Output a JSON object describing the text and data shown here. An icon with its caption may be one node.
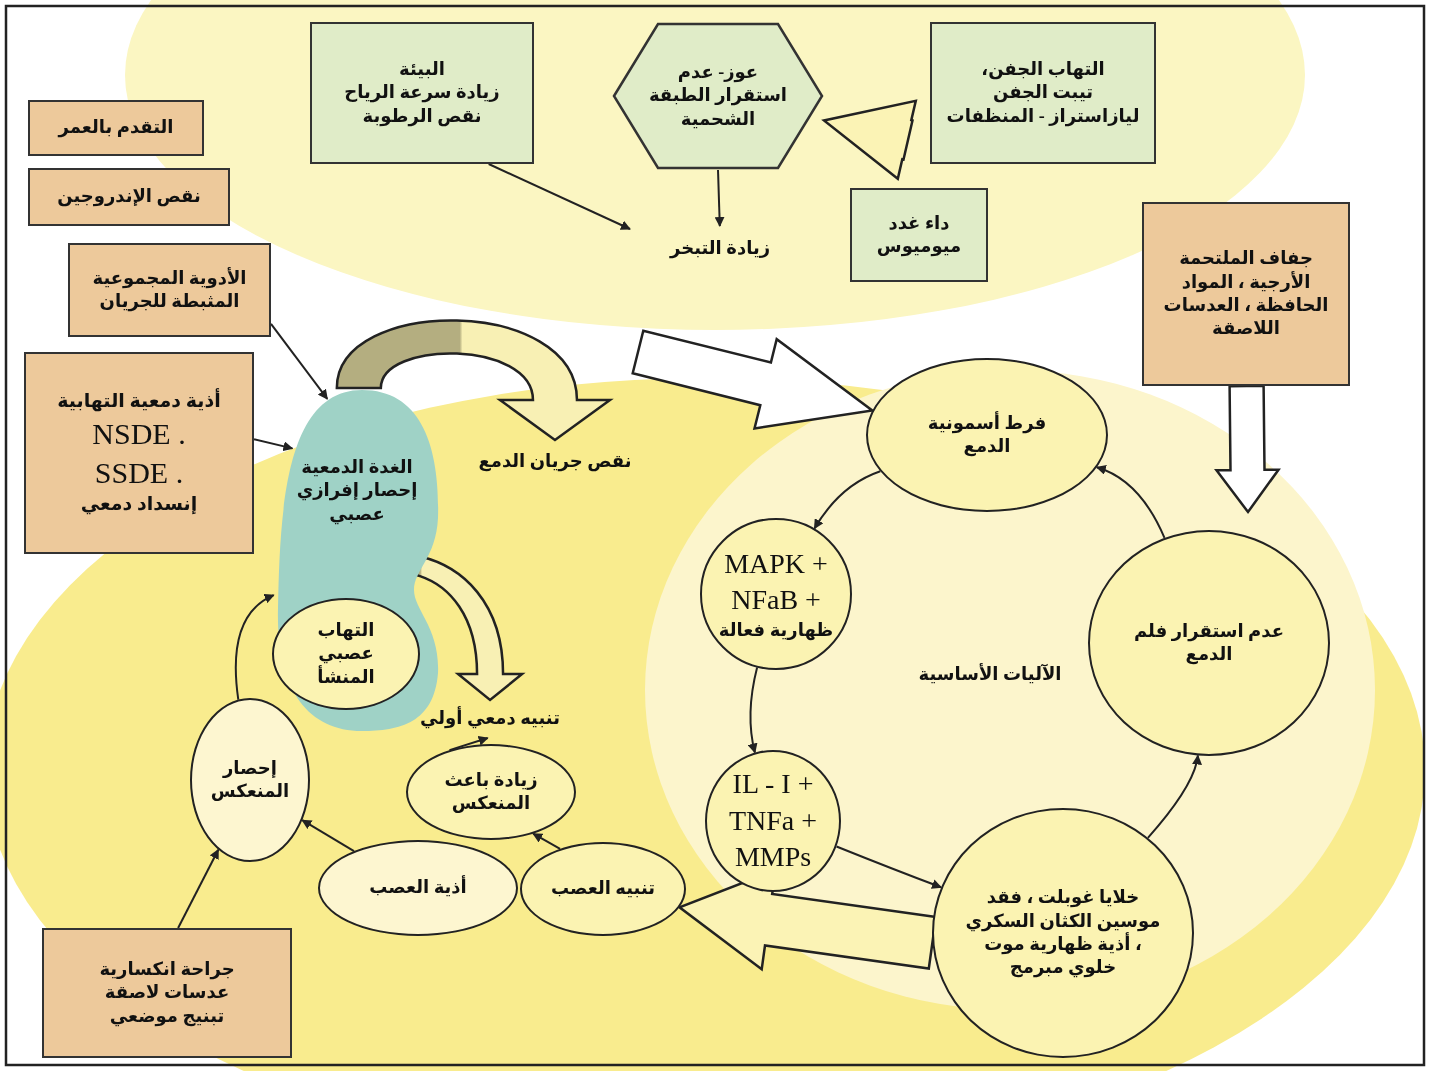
{
  "diagram": {
    "nodes": [
      {
        "text": [
          "التقدم بالعمر"
        ]
      },
      {
        "text": [
          "نقص الإندروجين"
        ]
      },
      {
        "text": [
          "الأدوية المجموعية المثبطة للجريان"
        ]
      },
      {
        "text": [
          "أذية دمعية التهابية",
          ". NSDE",
          ". SSDE",
          "إنسداد دمعي"
        ]
      },
      {
        "text": [
          "الغدة الدمعية",
          "إحصار إفرازي عصبي"
        ]
      },
      {
        "text": [
          "التهاب عصبي المنشأ"
        ],
        "in": 4
      },
      {
        "text": [
          "عوز- عدم استقرار الطبقة الشحمية"
        ]
      },
      {
        "text": [
          "البيئة",
          "زيادة سرعة الرياح",
          "نقص الرطوبة"
        ]
      },
      {
        "text": [
          "التهاب الجفن،",
          "تيبت الجفن",
          "ليازاستراز - المنظفات"
        ]
      },
      {
        "text": [
          "داء غدد ميوميوس"
        ]
      },
      {
        "text": [
          "زيادة التبخر"
        ]
      },
      {
        "text": [
          "جفاف الملتحمة الأرجية ، المواد الحافظة ، العدسات اللاصقة"
        ]
      },
      {
        "text": [
          "نقص جريان الدمع"
        ]
      },
      {
        "text": [
          "فرط أسمونية الدمع"
        ]
      },
      {
        "text": [
          "عدم استقرار فلم الدمع"
        ]
      },
      {
        "text": [
          "+ MAPK",
          "+ NFaB",
          "ظهارية فعالة"
        ]
      },
      {
        "text": [
          "+ IL - I",
          "+ TNFa",
          "MMPs"
        ]
      },
      {
        "text": [
          "خلايا غوبلت ، فقد موسين الكثان السكري ، أذية ظهارية موت خلوي مبرمج"
        ]
      },
      {
        "text": [
          "تنبيه دمعي أولي"
        ]
      },
      {
        "text": [
          "زيادة باعث المنعكس"
        ]
      },
      {
        "text": [
          "تنبيه العصب"
        ]
      },
      {
        "text": [
          "أذية العصب"
        ]
      },
      {
        "text": [
          "إحصار المنعكس"
        ]
      },
      {
        "text": [
          "جراحة انكسارية",
          "عدسات لاصقة",
          "تبنيج موضعي"
        ]
      }
    ],
    "edges": [
      {
        "from": 6,
        "to": 10,
        "arrow": "to"
      },
      {
        "from": null,
        "to": 6,
        "arrow": "to",
        "style": "thick"
      },
      {
        "from": 7,
        "to": 10,
        "arrow": "to"
      },
      {
        "from": 2,
        "to": 4,
        "arrow": "to"
      },
      {
        "from": 3,
        "to": 4,
        "arrow": "to"
      },
      {
        "from": null,
        "to": 13,
        "arrow": "to",
        "style": "thick"
      },
      {
        "from": 11,
        "to": null,
        "arrow": "to",
        "style": "thick"
      },
      {
        "from": 4,
        "to": 12,
        "arrow": "to",
        "style": "thick"
      },
      {
        "from": 5,
        "to": 18,
        "arrow": "to",
        "style": "thick"
      },
      {
        "from": 19,
        "to": 18,
        "arrow": "to"
      },
      {
        "from": 20,
        "to": 19,
        "arrow": "to"
      },
      {
        "from": 21,
        "to": 22,
        "arrow": "to"
      },
      {
        "from": 22,
        "to": 4,
        "arrow": "to"
      },
      {
        "from": 23,
        "to": 22,
        "arrow": "to"
      },
      {
        "from": 17,
        "to": 20,
        "arrow": "to",
        "style": "thick"
      },
      {
        "from": 13,
        "to": 15,
        "arrow": "to"
      },
      {
        "from": 15,
        "to": 16,
        "arrow": "to"
      },
      {
        "from": 16,
        "to": 17,
        "arrow": "to"
      },
      {
        "from": 17,
        "to": 14,
        "arrow": "to"
      },
      {
        "from": 14,
        "to": 13,
        "arrow": "to"
      }
    ],
    "labels": [
      "الآليات الأساسية"
    ]
  }
}
